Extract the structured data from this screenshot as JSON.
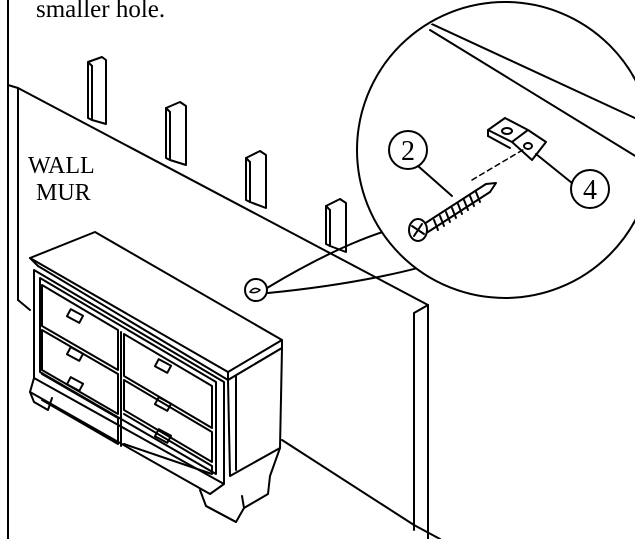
{
  "instruction": {
    "text": "smaller hole."
  },
  "wall": {
    "label_en": "WALL",
    "label_fr": "MUR"
  },
  "callouts": {
    "screw": "2",
    "bracket": "4"
  },
  "colors": {
    "line": "#000000",
    "background": "#ffffff",
    "hatch": "#444444"
  }
}
